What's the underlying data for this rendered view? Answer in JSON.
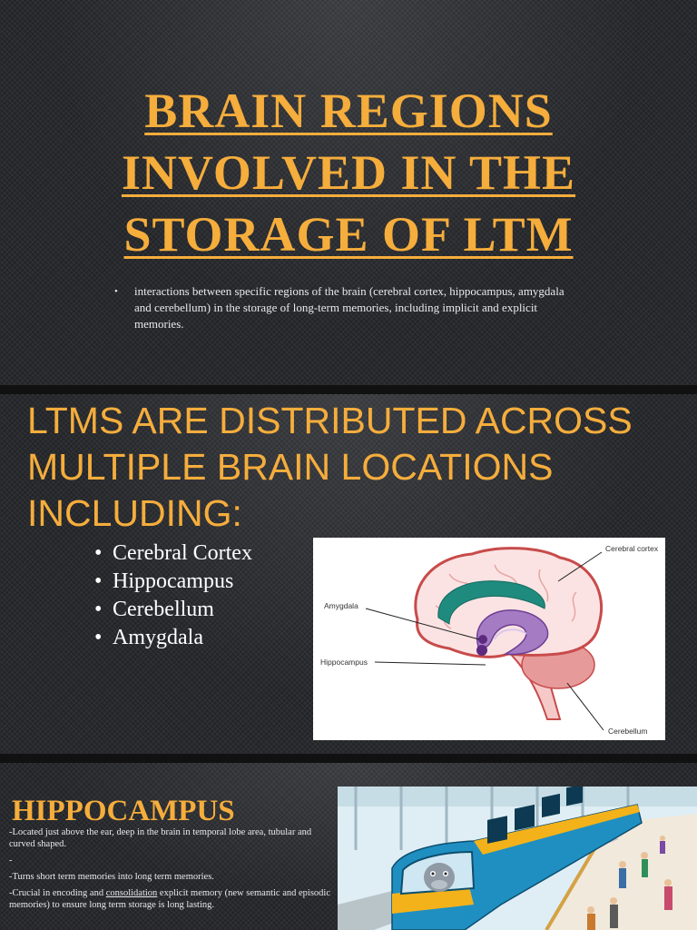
{
  "slide1": {
    "title_lines": [
      "BRAIN REGIONS",
      "INVOLVED IN THE",
      "STORAGE OF LTM"
    ],
    "bullet": "interactions between specific regions of the brain (cerebral cortex, hippocampus, amygdala and cerebellum) in the storage of long-term memories, including implicit and explicit memories.",
    "bullet_marker": "•"
  },
  "slide2": {
    "title_lines": [
      "LTMS ARE DISTRIBUTED ACROSS",
      "MULTIPLE BRAIN LOCATIONS",
      "INCLUDING:"
    ],
    "items": [
      "Cerebral Cortex",
      "Hippocampus",
      "Cerebellum",
      "Amygdala"
    ],
    "bullet_marker": "•",
    "diagram_labels": {
      "cortex": "Cerebral cortex",
      "amygdala": "Amygdala",
      "hippocampus": "Hippocampus",
      "cerebellum": "Cerebellum"
    }
  },
  "slide3": {
    "title": "HIPPOCAMPUS",
    "line1": "-Located just above the ear, deep in the brain in temporal lobe area, tubular and curved shaped.",
    "line2": "-",
    "line3": "-Turns short term memories into long term memories.",
    "line4_pre": "-Crucial in encoding and ",
    "line4_link": "consolidation",
    "line4_post": " explicit memory (new semantic and episodic memories) to ensure long term storage is long lasting."
  },
  "colors": {
    "accent": "#f5ad3c",
    "background": "#25272b",
    "text": "#eaeaea"
  }
}
